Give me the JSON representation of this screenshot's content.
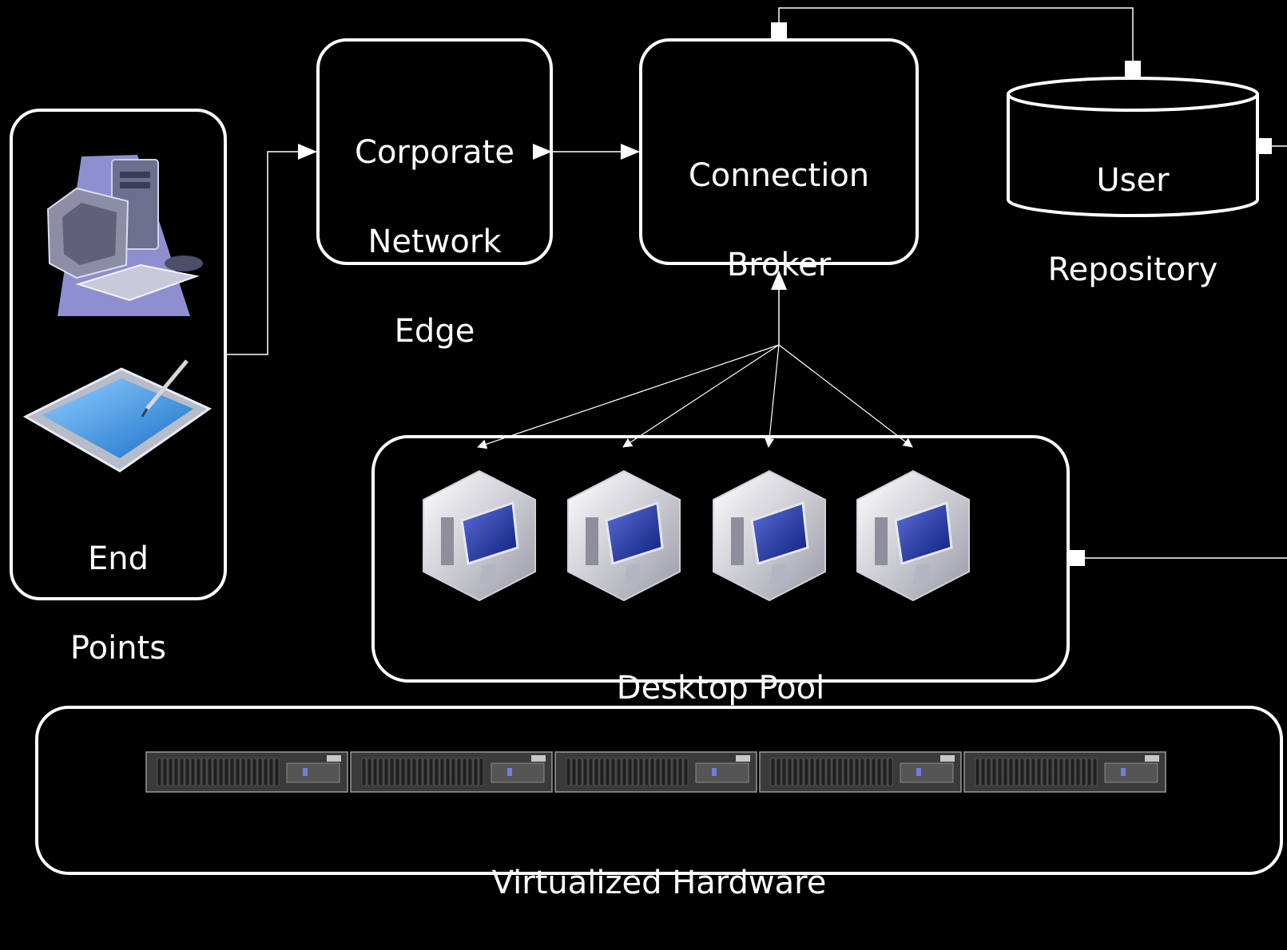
{
  "nodes": {
    "end_points": {
      "line1": "End",
      "line2": "Points"
    },
    "corporate_network_edge": {
      "line1": "Corporate",
      "line2": "Network",
      "line3": "Edge"
    },
    "connection_broker": {
      "line1": "Connection",
      "line2": "Broker"
    },
    "user_repository": {
      "line1": "User",
      "line2": "Repository"
    },
    "desktop_pool": {
      "label": "Desktop Pool"
    },
    "virtualized_hardware": {
      "label": "Virtualized Hardware"
    }
  },
  "colors": {
    "background": "#000000",
    "stroke": "#ffffff",
    "screen_blue": "#1e4fd6",
    "tablet_blue": "#2a8fe0",
    "monitor_violet": "#8f8fd0",
    "server_gray": "#3a3a3a"
  },
  "icons": [
    "desktop-computer-icon",
    "tablet-pen-icon",
    "virtual-desktop-cube-icon",
    "rack-server-icon"
  ]
}
